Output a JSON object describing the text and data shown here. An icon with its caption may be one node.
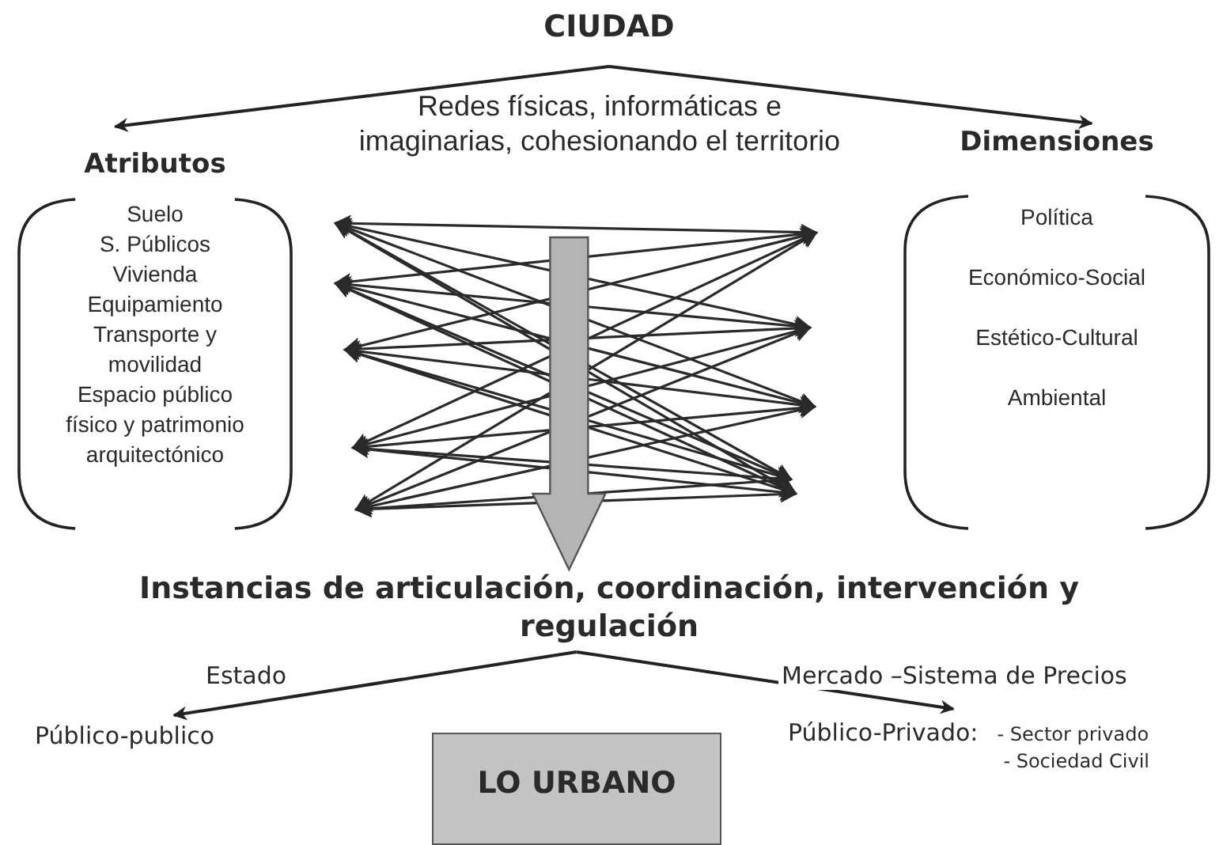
{
  "diagram": {
    "nodes": [
      {
        "text": [
          "CIUDAD"
        ]
      },
      {
        "text": [
          "Atributos",
          "Suelo",
          "S. Públicos",
          "Vivienda",
          "Equipamiento",
          "Transporte y movilidad",
          "Espacio público físico y patrimonio arquitectónico"
        ]
      },
      {
        "text": [
          "Dimensiones",
          "Política",
          "Económico-Social",
          "Estético-Cultural",
          "Ambiental"
        ]
      },
      {
        "text": [
          "Redes físicas, informáticas e imaginarias, cohesionando el territorio"
        ]
      },
      {
        "text": [
          "Instancias de articulación, coordinación, intervención y regulación"
        ]
      },
      {
        "text": [
          "Público-publico"
        ]
      },
      {
        "text": [
          "Público-Privado:",
          "- Sector privado",
          "- Sociedad Civil"
        ]
      },
      {
        "text": [
          "LO URBANO"
        ]
      }
    ],
    "edges": [
      {
        "from": 0,
        "to": 1,
        "arrow": "to"
      },
      {
        "from": 0,
        "to": 2,
        "arrow": "to"
      },
      {
        "from": 3,
        "to": 4,
        "arrow": "to",
        "style": "thick",
        "color": "#b4b4b4"
      },
      {
        "from": 4,
        "to": 5,
        "arrow": "to",
        "label": "Estado"
      },
      {
        "from": 4,
        "to": 6,
        "arrow": "to",
        "label": "Mercado –Sistema de Precios"
      }
    ]
  }
}
